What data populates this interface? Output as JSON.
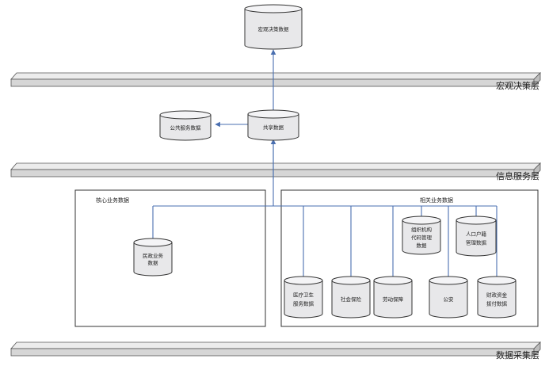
{
  "layers": {
    "top": "宏观决策层",
    "middle": "信息服务层",
    "bottom": "数据采集层"
  },
  "groups": {
    "core": "核心业务数据",
    "related": "相关业务数据"
  },
  "databases": {
    "macro": [
      "宏观决策数据"
    ],
    "shared": [
      "共享数据"
    ],
    "public": [
      "公共服务数据"
    ],
    "civil": [
      "民政业务",
      "数据"
    ],
    "org": [
      "组织机构",
      "代码管理",
      "数据"
    ],
    "population": [
      "人口户籍",
      "管理数据"
    ],
    "medical": [
      "医疗卫生",
      "服务数据"
    ],
    "insurance": [
      "社会保险"
    ],
    "labor": [
      "劳动保障"
    ],
    "police": [
      "公安"
    ],
    "finance": [
      "财政资金",
      "拨付数据"
    ]
  },
  "colors": {
    "line": "#4a6fb0",
    "db_fill": "#e8e8ea",
    "db_top": "#f4f4f6",
    "bar_face": "#d6d6d6",
    "bar_top": "#ececec"
  }
}
